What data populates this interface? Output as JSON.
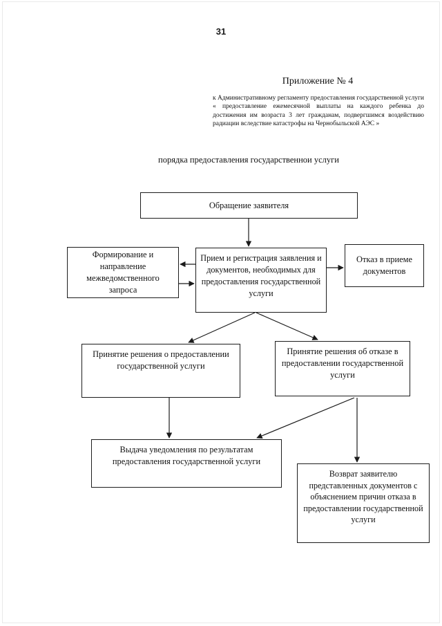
{
  "document": {
    "page_number": "31",
    "appendix_title": "Приложение № 4",
    "appendix_body": "к Административному регламенту      предоставления государственной услуги « предоставление ежемесячной выплаты на каждого ребенка до достижения им возраста 3 лет гражданам, подвергшимся воздействию радиации вследствие катастрофы на Чернобыльской АЭС »",
    "subtitle": "порядка предоставления государственнои услуги"
  },
  "flowchart": {
    "nodes": {
      "request": "Обращение заявителя",
      "interdepartmental": "Формирование и направление межведомственного запроса",
      "reception": "Прием и регистрация заявления и документов, необходимых для предоставления государственной услуги",
      "refusal_accept": "Отказ в приеме документов",
      "decision_grant": "Принятие решения  о предоставлении государственной услуги",
      "decision_refuse": "Принятие решения   об отказе в  предоставлении государственной услуги",
      "notice": "Выдача уведомления по результатам предоставления государственной услуги",
      "return_docs": "Возврат заявителю представленных документов с объяснением причин отказа в  предоставлении государственной услуги"
    },
    "colors": {
      "border": "#1b1b1b",
      "text": "#111111",
      "background": "#ffffff"
    }
  }
}
